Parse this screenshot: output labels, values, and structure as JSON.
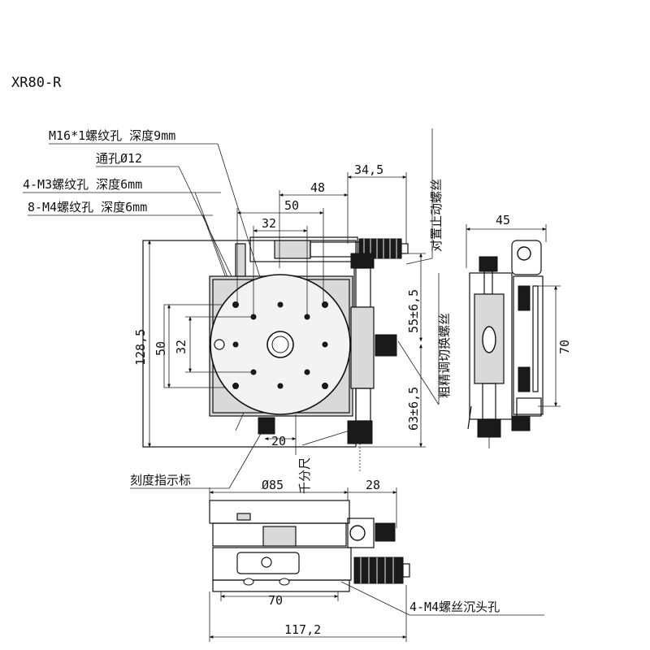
{
  "model": "XR80-R",
  "callouts": {
    "m16_thread": "M16*1螺纹孔 深度9mm",
    "through_hole": "通孔Ø12",
    "m3_thread": "4-M3螺纹孔  深度6mm",
    "m4_thread": "8-M4螺纹孔  深度6mm",
    "lock_screw": "对置止动螺丝",
    "coarse_fine": "粗精调切换螺丝",
    "scale_indicator": "刻度指示标",
    "vernier": "千分尺",
    "countersunk": "4-M4螺丝沉头孔"
  },
  "dimensions": {
    "d_34_5": "34,5",
    "d_48": "48",
    "d_50_top": "50",
    "d_32_top": "32",
    "d_128_5": "128,5",
    "d_50_left": "50",
    "d_32_left": "32",
    "d_55": "55±6,5",
    "d_63": "63±6,5",
    "d_20": "20",
    "d_45": "45",
    "d_70_side": "70",
    "d_85": "Ø85",
    "d_28": "28",
    "d_70_bottom": "70",
    "d_117_2": "117,2"
  }
}
